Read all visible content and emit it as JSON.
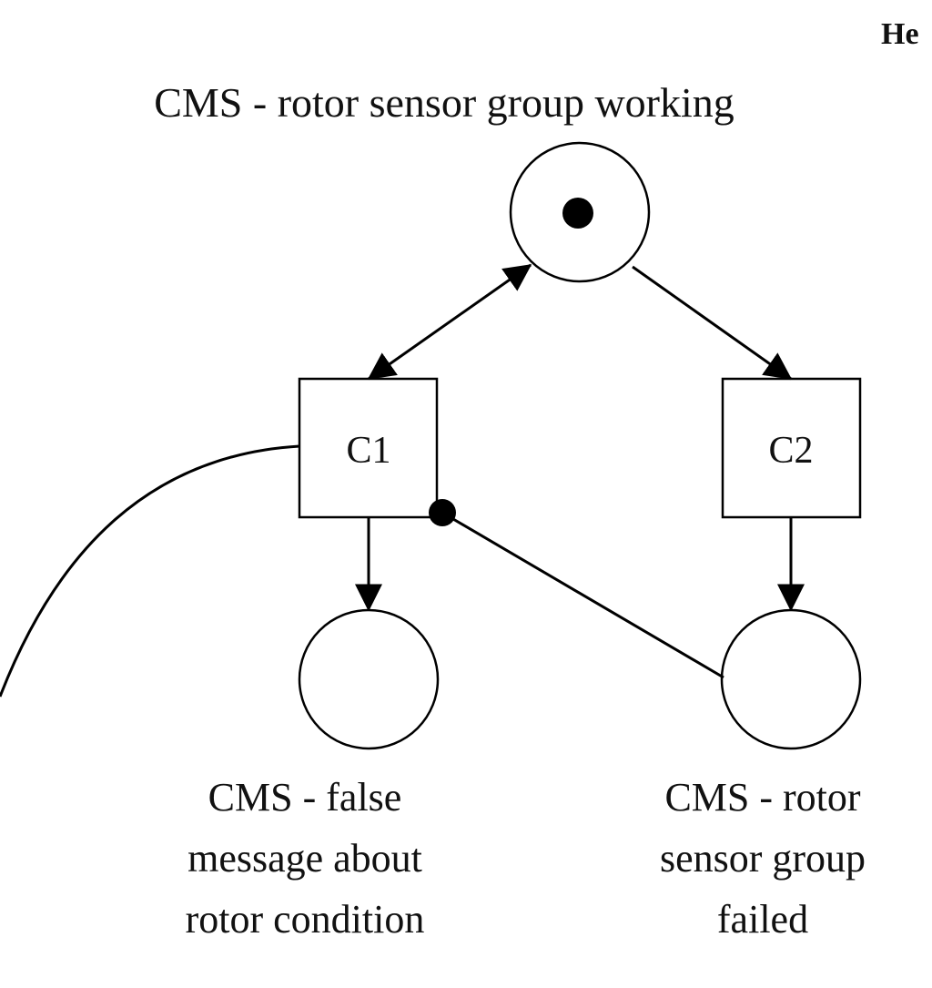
{
  "header_fragment": "He",
  "places": {
    "p_working": {
      "label": [
        "CMS - rotor sensor group working"
      ],
      "tokens": 1
    },
    "p_false_msg": {
      "label": [
        "CMS - false",
        "message about",
        "rotor condition"
      ],
      "tokens": 0
    },
    "p_failed": {
      "label": [
        "CMS - rotor",
        "sensor group",
        "failed"
      ],
      "tokens": 0
    }
  },
  "transitions": {
    "t_c1": {
      "label": "C1"
    },
    "t_c2": {
      "label": "C2"
    }
  },
  "arcs": [
    {
      "from": "p_working",
      "to": "t_c1",
      "kind": "bidirectional"
    },
    {
      "from": "p_working",
      "to": "t_c2",
      "kind": "normal"
    },
    {
      "from": "t_c1",
      "to": "p_false_msg",
      "kind": "normal"
    },
    {
      "from": "t_c2",
      "to": "p_failed",
      "kind": "normal"
    },
    {
      "from": "p_failed",
      "to": "t_c1",
      "kind": "inhibitor"
    },
    {
      "from": "t_c1",
      "to": "offscreen-left",
      "kind": "partial-curve"
    }
  ],
  "colors": {
    "stroke": "#000000",
    "fill": "#ffffff",
    "text": "#111111"
  }
}
